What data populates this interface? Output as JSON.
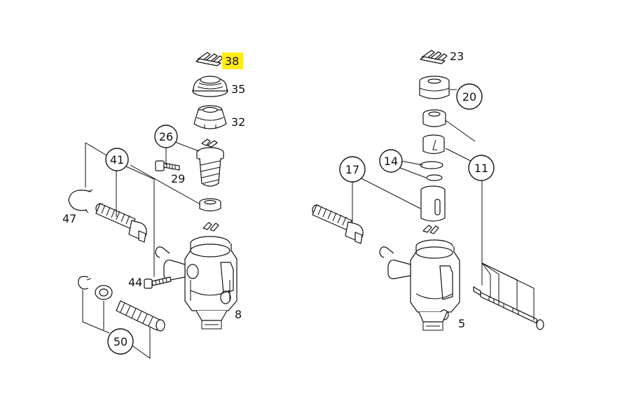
{
  "diagram": {
    "callouts": {
      "c38": "38",
      "c35": "35",
      "c32": "32",
      "c26": "26",
      "c29": "29",
      "c41": "41",
      "c47": "47",
      "c44": "44",
      "c8": "8",
      "c50": "50",
      "c23": "23",
      "c20": "20",
      "c14": "14",
      "c11": "11",
      "c17": "17",
      "c5": "5"
    },
    "highlight_color": "#ffec1a",
    "line_color": "#111111"
  }
}
